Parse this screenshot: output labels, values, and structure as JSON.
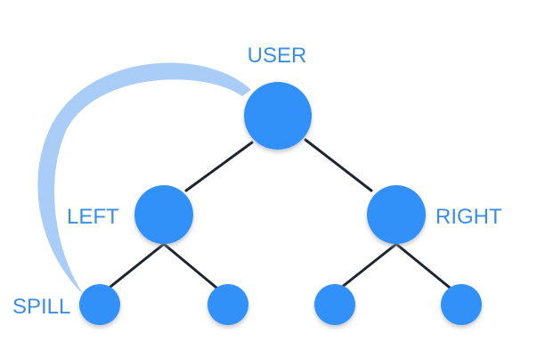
{
  "diagram": {
    "labels": {
      "user": "USER",
      "left": "LEFT",
      "right": "RIGHT",
      "spill": "SPILL"
    },
    "colors": {
      "node": "#3291f9",
      "node_shadow": "#b8bcc4",
      "edge": "#1e2530",
      "arc": "#a9cdf7",
      "label": "#3a8ee6"
    }
  }
}
